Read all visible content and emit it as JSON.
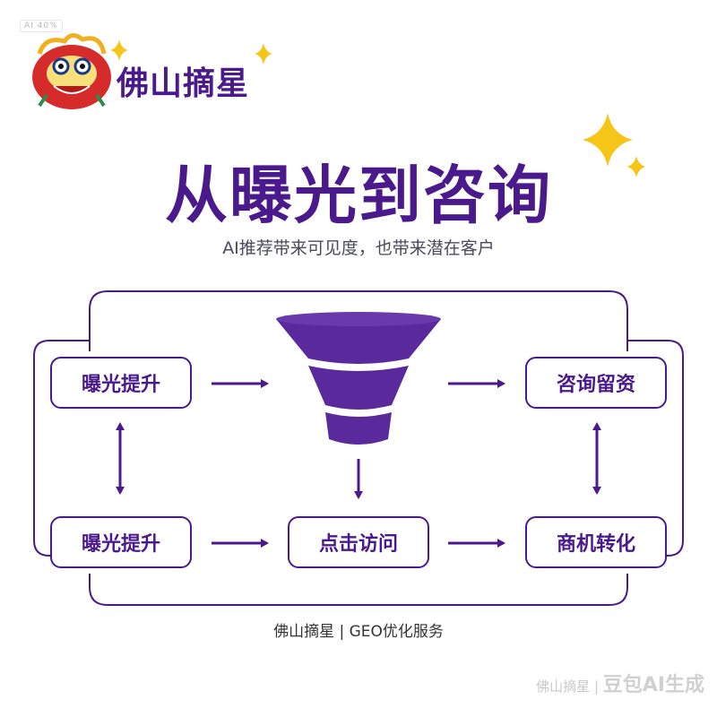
{
  "corner_tag": "AI 40%",
  "brand": {
    "name": "佛山摘星"
  },
  "headline": "从曝光到咨询",
  "subheadline": "AI推荐带来可见度，也带来潜在客户",
  "nodes": {
    "left_top": "曝光提升",
    "right_top": "咨询留资",
    "left_bottom": "曝光提升",
    "center_bottom": "点击访问",
    "right_bottom": "商机转化"
  },
  "footer": "佛山摘星 | GEO优化服务",
  "watermark": {
    "prefix": "佛山摘星 |",
    "brand": "豆包AI生成"
  },
  "colors": {
    "accent": "#4a1a8c",
    "funnel": "#5a2a9c",
    "star": "#f5c518"
  }
}
